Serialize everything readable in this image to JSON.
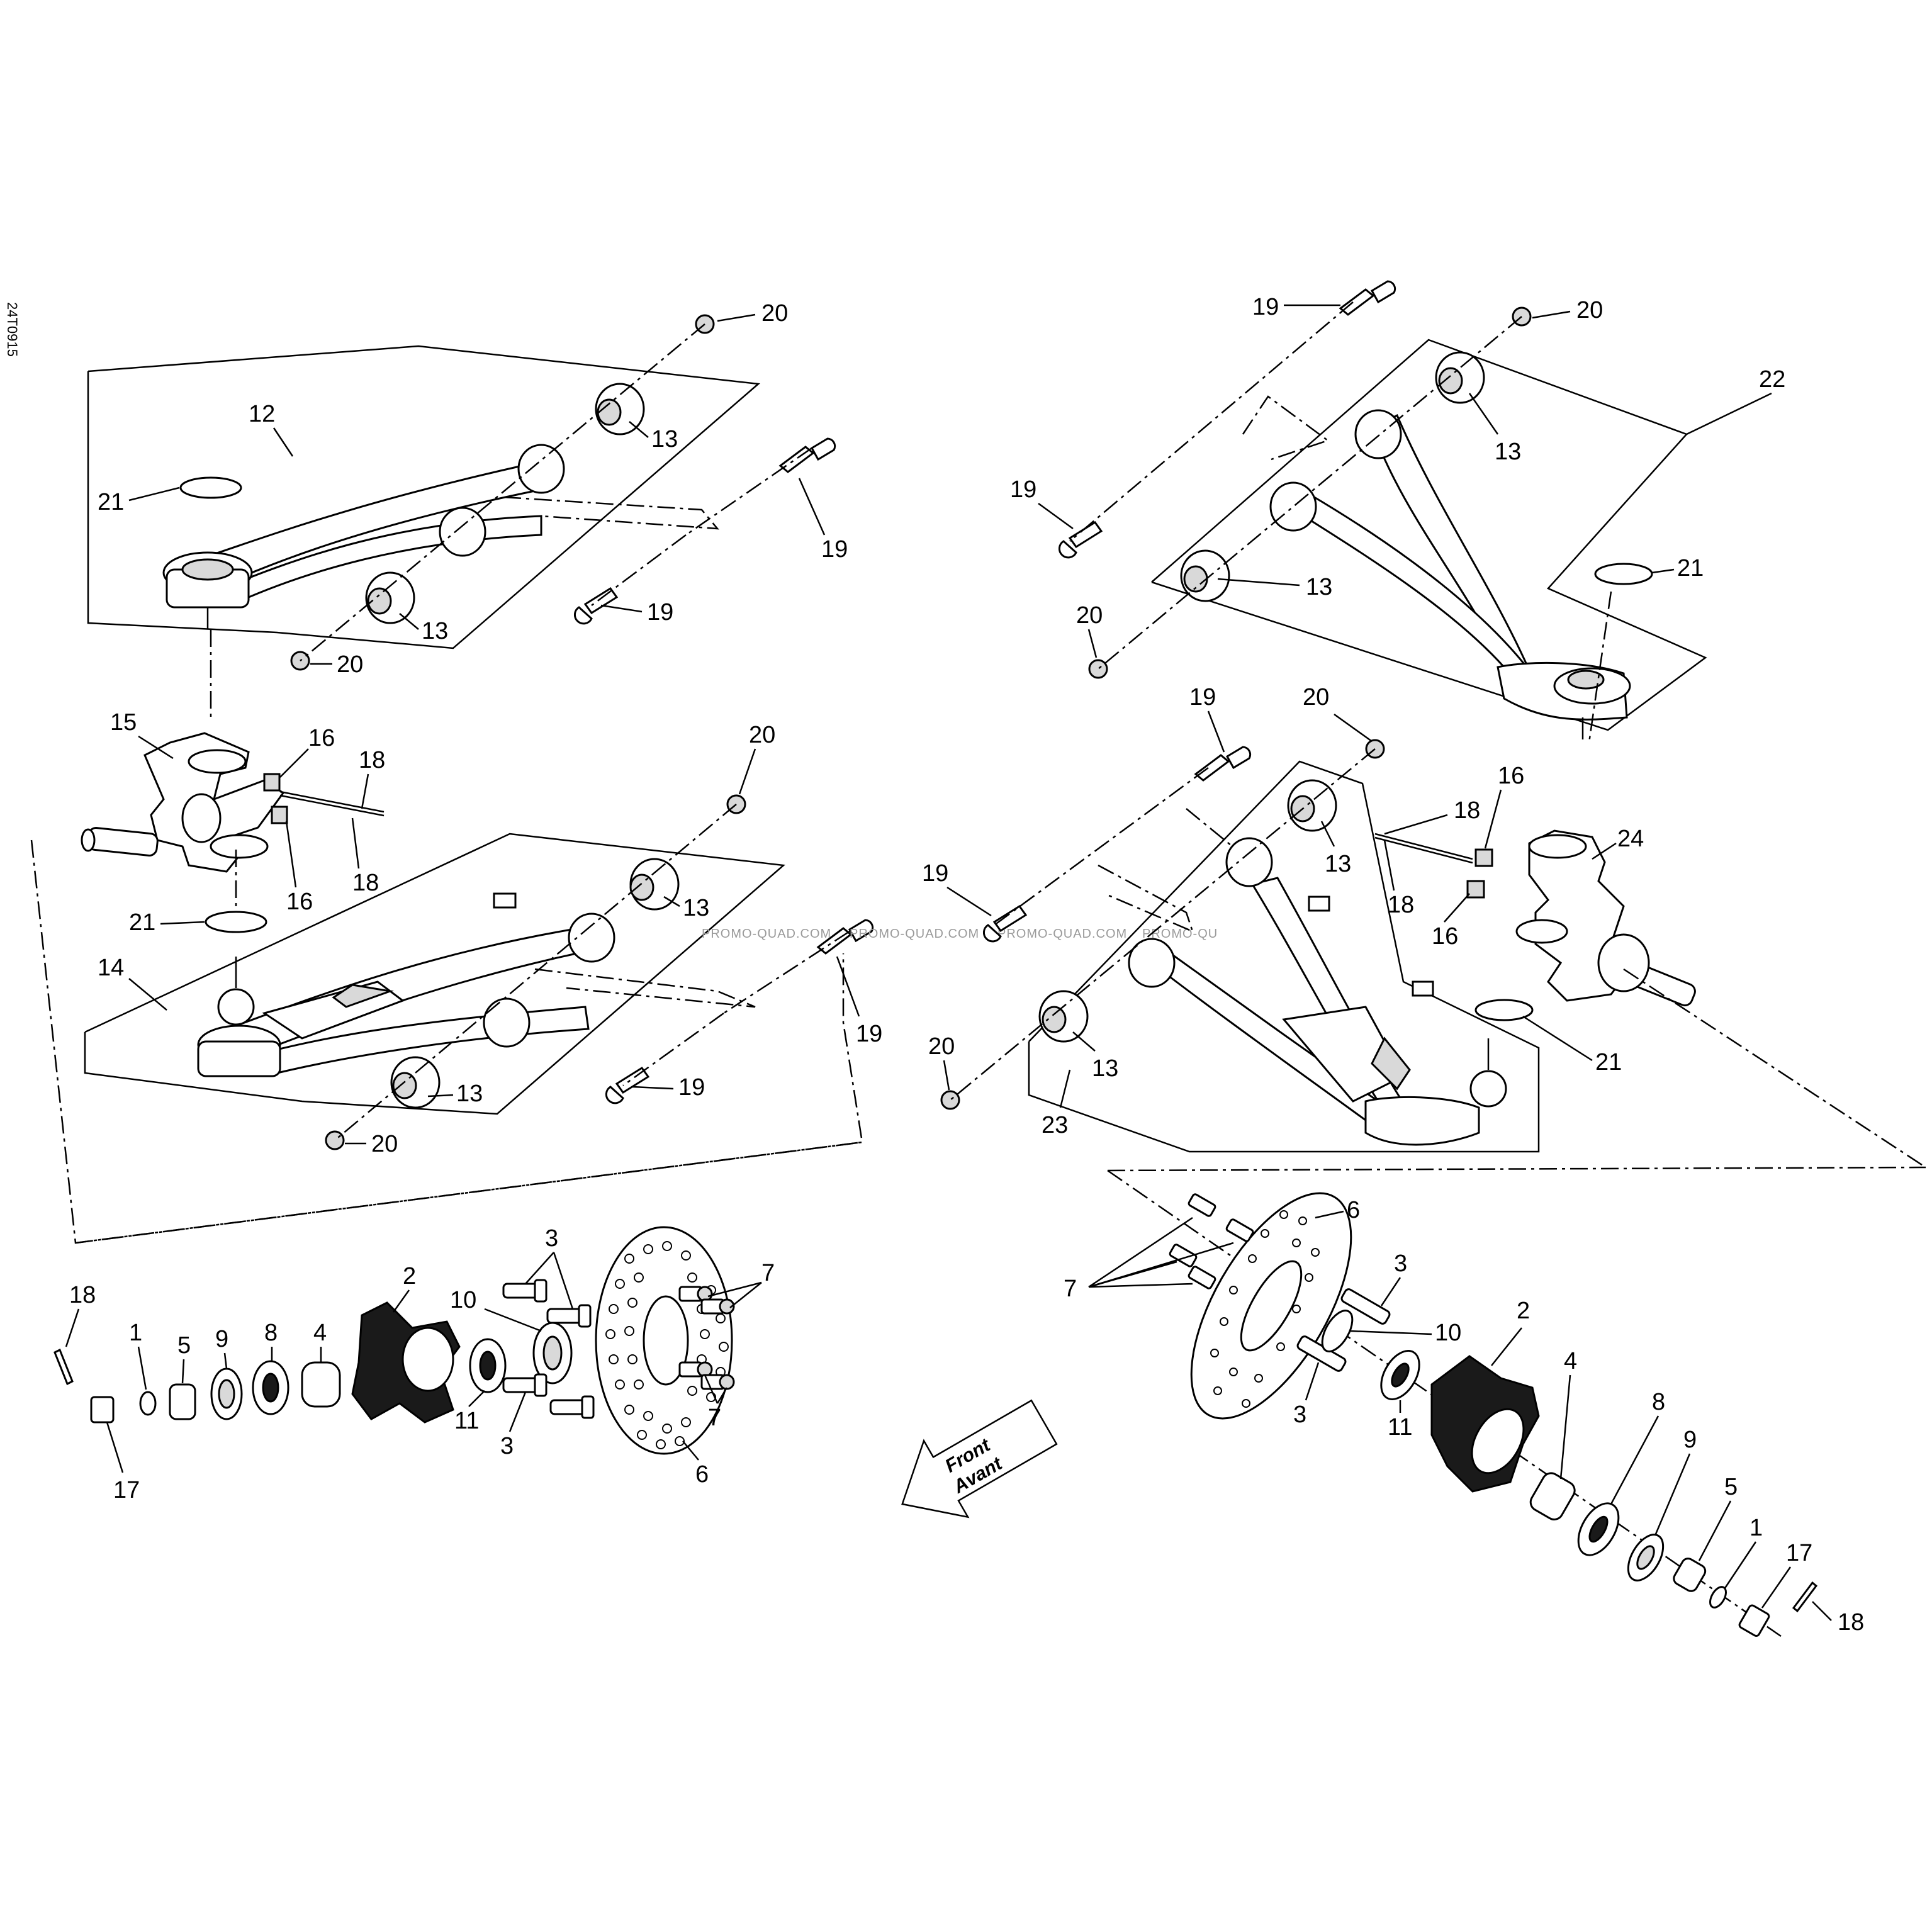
{
  "drawing_code": "24T0915",
  "watermarks": [
    "PROMO-QUAD.COM",
    "PROMO-QUAD.COM",
    "PROMO-QUAD.COM",
    "PROMO-QU"
  ],
  "front_arrow": {
    "line1": "Front",
    "line2": "Avant"
  },
  "callouts_left_upper": [
    "12",
    "21",
    "13",
    "13",
    "20",
    "20",
    "19",
    "19"
  ],
  "callouts_left_knuckle": [
    "15",
    "16",
    "16",
    "18",
    "18"
  ],
  "callouts_left_lower": [
    "14",
    "21",
    "13",
    "13",
    "20",
    "20",
    "19",
    "19"
  ],
  "callouts_left_hub": [
    "18",
    "1",
    "5",
    "9",
    "8",
    "4",
    "2",
    "10",
    "11",
    "3",
    "3",
    "6",
    "7",
    "7",
    "17"
  ],
  "callouts_right_upper": [
    "19",
    "20",
    "22",
    "13",
    "13",
    "19",
    "20",
    "21"
  ],
  "callouts_right_knuckle": [
    "24",
    "16",
    "16",
    "18",
    "18",
    "21"
  ],
  "callouts_right_lower": [
    "19",
    "20",
    "19",
    "13",
    "13",
    "20",
    "23"
  ],
  "callouts_right_hub": [
    "7",
    "6",
    "3",
    "3",
    "10",
    "11",
    "2",
    "4",
    "8",
    "9",
    "5",
    "1",
    "17",
    "18"
  ]
}
